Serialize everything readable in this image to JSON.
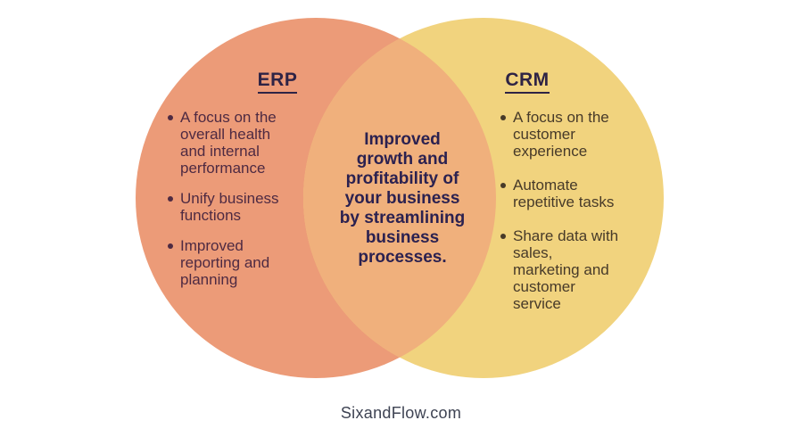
{
  "diagram": {
    "type": "venn",
    "left": {
      "title": "ERP",
      "color": "#EC9B78",
      "text_color": "#4E2A42",
      "items": [
        "A focus on the\noverall health\nand internal\nperformance",
        "Unify business\nfunctions",
        "Improved\nreporting and\nplanning"
      ]
    },
    "right": {
      "title": "CRM",
      "color": "#F1D37E",
      "text_color": "#473A29",
      "items": [
        "A focus on the\ncustomer\nexperience",
        "Automate\nrepetitive tasks",
        "Share data with\nsales,\nmarketing and\ncustomer\nservice"
      ]
    },
    "overlap": {
      "color": "#F0B07C",
      "text": "Improved\ngrowth and\nprofitability of\nyour business\nby streamlining\nbusiness\nprocesses.",
      "text_color": "#2B2150"
    },
    "heading_color": "#2E2345"
  },
  "footer": {
    "website": "SixandFlow.com",
    "color": "#3E4353"
  }
}
